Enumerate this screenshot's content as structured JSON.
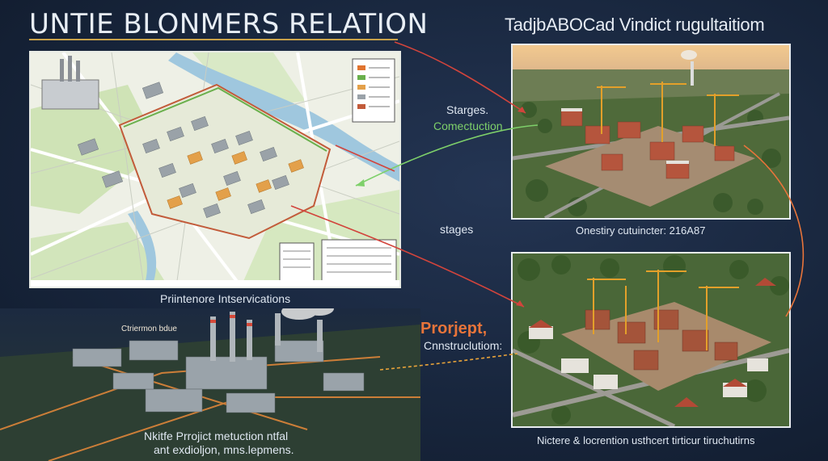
{
  "header": {
    "title": "UNTIE BLONMERS RELATION",
    "subtitle": "TadjbABOCad Vindict rugultaitiom"
  },
  "labels": {
    "stages_top": "Starges.",
    "construction_top": "Comectuction",
    "stages_middle": "stages",
    "photo_top_caption": "Onestiry cutuincter: 216A87",
    "map_caption": "Priintenore Intservications",
    "plant_callout": "Ctriermon bdue",
    "project": "Prorjept,",
    "project_construction": "Cnnstruclutiom:",
    "photo_bottom_caption": "Nictere & locrention usthcert tirticur tiruchutirns",
    "bottom_left_caption_line1": "Nkitfe Prrojict metuction ntfal",
    "bottom_left_caption_line2": "ant exdioljon, mns.lepmens."
  },
  "colors": {
    "accent_orange": "#e8743a",
    "accent_green": "#7ed06a",
    "connector_red": "#d2443c",
    "title_underline": "#c9a24a"
  }
}
